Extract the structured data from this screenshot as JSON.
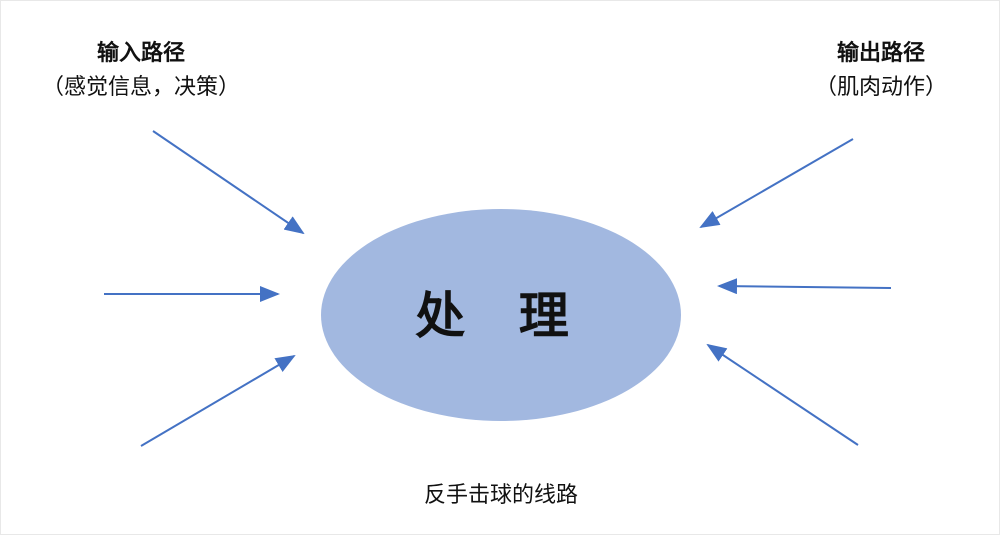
{
  "input": {
    "title": "输入路径",
    "subtitle": "（感觉信息，决策）"
  },
  "output": {
    "title": "输出路径",
    "subtitle": "（肌肉动作）"
  },
  "center_label": "处 理",
  "caption": "反手击球的线路",
  "colors": {
    "ellipse": "#a2b8e0",
    "arrow": "#4472c4"
  }
}
